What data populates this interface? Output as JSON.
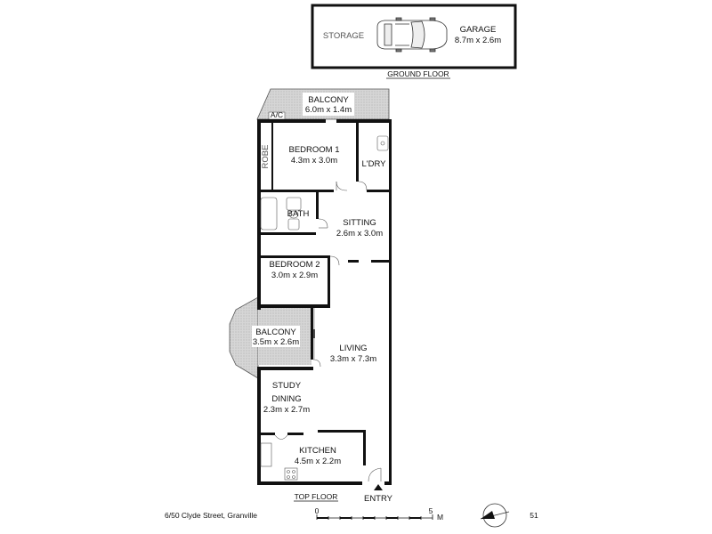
{
  "ground_floor": {
    "storage_label": "STORAGE",
    "garage_label": "GARAGE",
    "garage_dims": "8.7m x 2.6m",
    "caption": "GROUND FLOOR",
    "car_icon": "car-icon"
  },
  "top_floor": {
    "caption": "TOP FLOOR",
    "entry_label": "ENTRY",
    "balcony_top": {
      "name": "BALCONY",
      "dims": "6.0m x 1.4m",
      "ac": "A/C"
    },
    "bedroom1": {
      "name": "BEDROOM 1",
      "dims": "4.3m x 3.0m"
    },
    "robe": "ROBE",
    "laundry": "L'DRY",
    "bath": "BATH",
    "sitting": {
      "name": "SITTING",
      "dims": "2.6m x 3.0m"
    },
    "bedroom2": {
      "name": "BEDROOM 2",
      "dims": "3.0m x 2.9m"
    },
    "balcony_side": {
      "name": "BALCONY",
      "dims": "3.5m x 2.6m"
    },
    "living": {
      "name": "LIVING",
      "dims": "3.3m x 7.3m"
    },
    "study": "STUDY",
    "dining": {
      "name": "DINING",
      "dims": "2.3m x 2.7m"
    },
    "kitchen": {
      "name": "KITCHEN",
      "dims": "4.5m x 2.2m"
    }
  },
  "footer": {
    "address": "6/50 Clyde Street, Granville",
    "scale_start": "0",
    "scale_end": "5",
    "scale_unit": "M",
    "page_number": "51",
    "compass_icon": "compass-icon"
  }
}
